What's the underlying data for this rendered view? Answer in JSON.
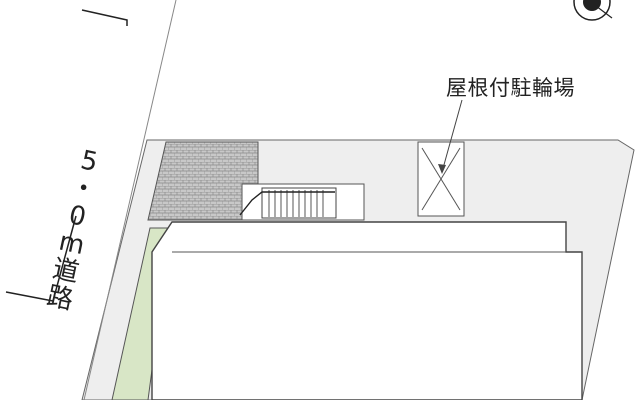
{
  "labels": {
    "covered_bicycle_parking": "屋根付駐輪場",
    "road": [
      "5",
      "・",
      "0",
      "m",
      "道",
      "路"
    ]
  },
  "colors": {
    "lot": "#eeeeee",
    "building": "#ffffff",
    "tiles": "#c8c8c8",
    "planting": "#d8e6c6",
    "outline": "#444444"
  },
  "icons": {
    "north_arrow": "compass-icon"
  }
}
